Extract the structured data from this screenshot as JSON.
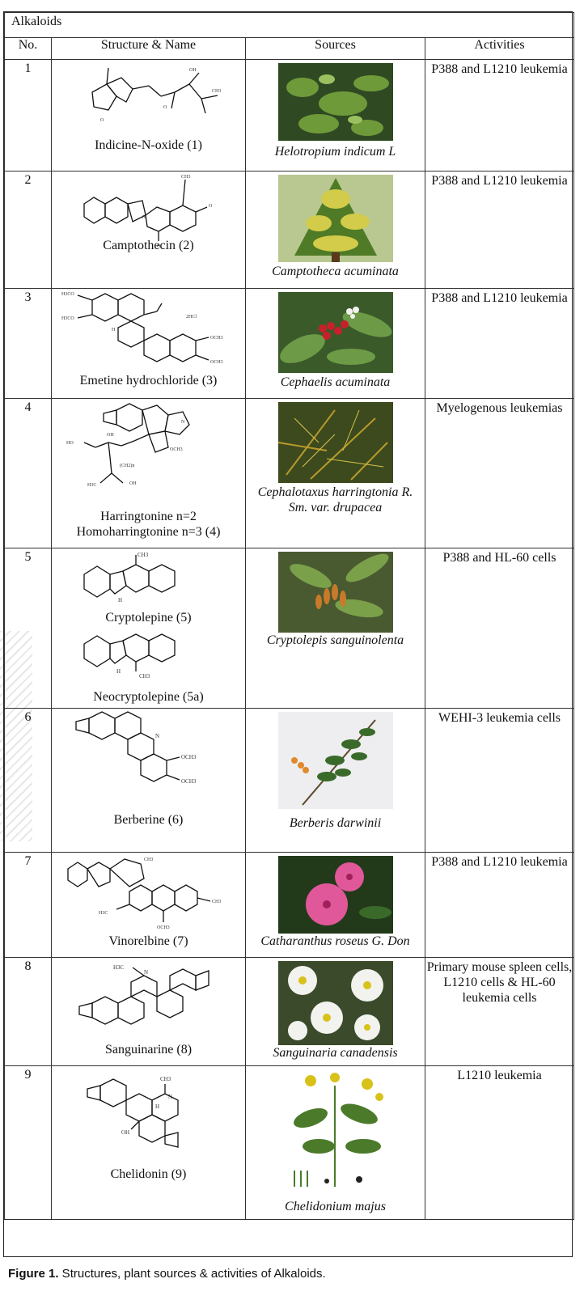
{
  "table": {
    "title": "Alkaloids",
    "headers": {
      "no": "No.",
      "structure": "Structure & Name",
      "sources": "Sources",
      "activities": "Activities"
    },
    "rows": [
      {
        "no": "1",
        "name": "Indicine-N-oxide (1)",
        "species": "Helotropium indicum L",
        "activity": "P388 and L1210 leukemia"
      },
      {
        "no": "2",
        "name": "Camptothecin (2)",
        "species": "Camptotheca acuminata",
        "activity": "P388 and L1210 leukemia"
      },
      {
        "no": "3",
        "name": "Emetine hydrochloride (3)",
        "species": "Cephaelis acuminata",
        "activity": "P388 and L1210 leukemia"
      },
      {
        "no": "4",
        "name": "Harringtonine n=2",
        "name2": "Homoharringtonine n=3 (4)",
        "species": "Cephalotaxus harringtonia R. Sm. var. drupacea",
        "activity": "Myelogenous leukemias"
      },
      {
        "no": "5",
        "name": "Cryptolepine (5)",
        "name2": "Neocryptolepine (5a)",
        "species": "Cryptolepis sanguinolenta",
        "activity": "P388 and HL-60 cells"
      },
      {
        "no": "6",
        "name": "Berberine (6)",
        "species": "Berberis darwinii",
        "activity": "WEHI-3 leukemia cells"
      },
      {
        "no": "7",
        "name": "Vinorelbine (7)",
        "species": "Catharanthus roseus G. Don",
        "activity": "P388 and L1210 leukemia"
      },
      {
        "no": "8",
        "name": "Sanguinarine (8)",
        "species": "Sanguinaria canadensis",
        "activity": "Primary mouse spleen cells, L1210 cells & HL-60 leukemia cells"
      },
      {
        "no": "9",
        "name": "Chelidonin (9)",
        "species": "Chelidonium majus",
        "activity": "L1210 leukemia"
      }
    ]
  },
  "caption": {
    "label": "Figure 1.",
    "text": " Structures, plant sources & activities of Alkaloids."
  },
  "colors": {
    "border": "#333333",
    "foliage_dark": "#2f4a22",
    "foliage_light": "#6f9a3a",
    "flower_pink": "#e0589a",
    "flower_white": "#f2f2ee",
    "flower_yellow": "#d8c21a",
    "berry_red": "#c8202a"
  }
}
